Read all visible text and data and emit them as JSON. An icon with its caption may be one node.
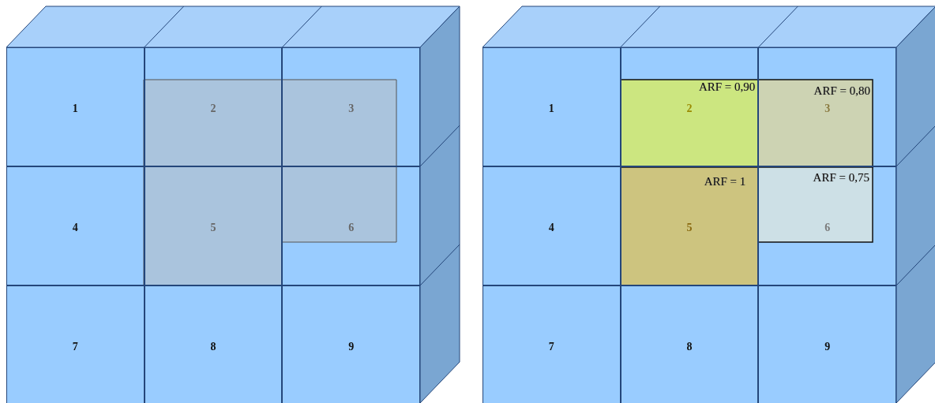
{
  "diagram": {
    "nodes": [
      {
        "text": [
          "1"
        ]
      },
      {
        "text": [
          "2"
        ]
      },
      {
        "text": [
          "3"
        ]
      },
      {
        "text": [
          "4"
        ]
      },
      {
        "text": [
          "5"
        ]
      },
      {
        "text": [
          "6"
        ]
      },
      {
        "text": [
          "7"
        ]
      },
      {
        "text": [
          "8"
        ]
      },
      {
        "text": [
          "9"
        ]
      },
      {
        "text": [
          "1"
        ]
      },
      {
        "text": [
          "ARF = 0,90",
          "2"
        ]
      },
      {
        "text": [
          "ARF = 0,80",
          "3"
        ]
      },
      {
        "text": [
          "4"
        ]
      },
      {
        "text": [
          "ARF = 1",
          "5"
        ]
      },
      {
        "text": [
          "ARF = 0,75",
          "6"
        ]
      },
      {
        "text": [
          "7"
        ]
      },
      {
        "text": [
          "8"
        ]
      },
      {
        "text": [
          "9"
        ]
      }
    ],
    "edges": []
  }
}
